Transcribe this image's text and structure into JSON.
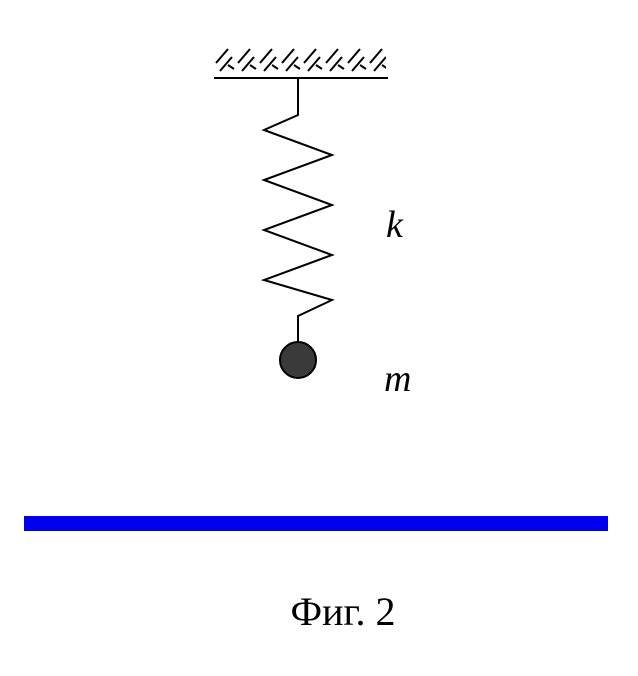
{
  "labels": {
    "spring_constant": "k",
    "mass": "m"
  },
  "caption": "Фиг. 2",
  "colors": {
    "line": "#000000",
    "mass_fill": "#3a3a3a",
    "base_line": "#0000ee"
  }
}
